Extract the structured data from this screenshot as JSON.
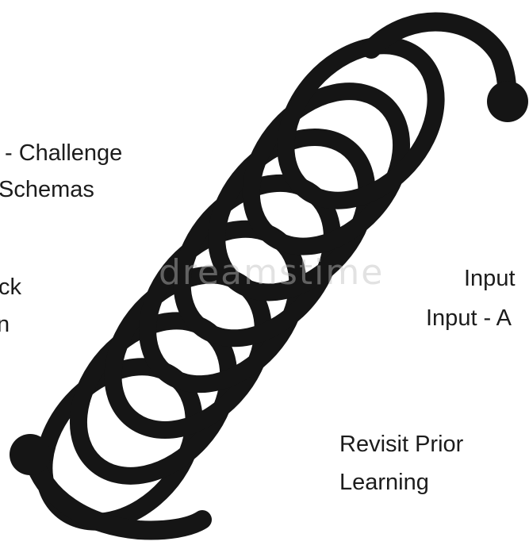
{
  "labels": {
    "challenge": "- Challenge",
    "schemas": "Schemas",
    "ck": "ck",
    "n": "n",
    "input1": "Input",
    "input2": "Input - A",
    "revisit1": "Revisit Prior",
    "revisit2": "Learning"
  },
  "watermark": "dreamstime",
  "colors": {
    "coil": "#151515",
    "text": "#1c1c1c"
  }
}
